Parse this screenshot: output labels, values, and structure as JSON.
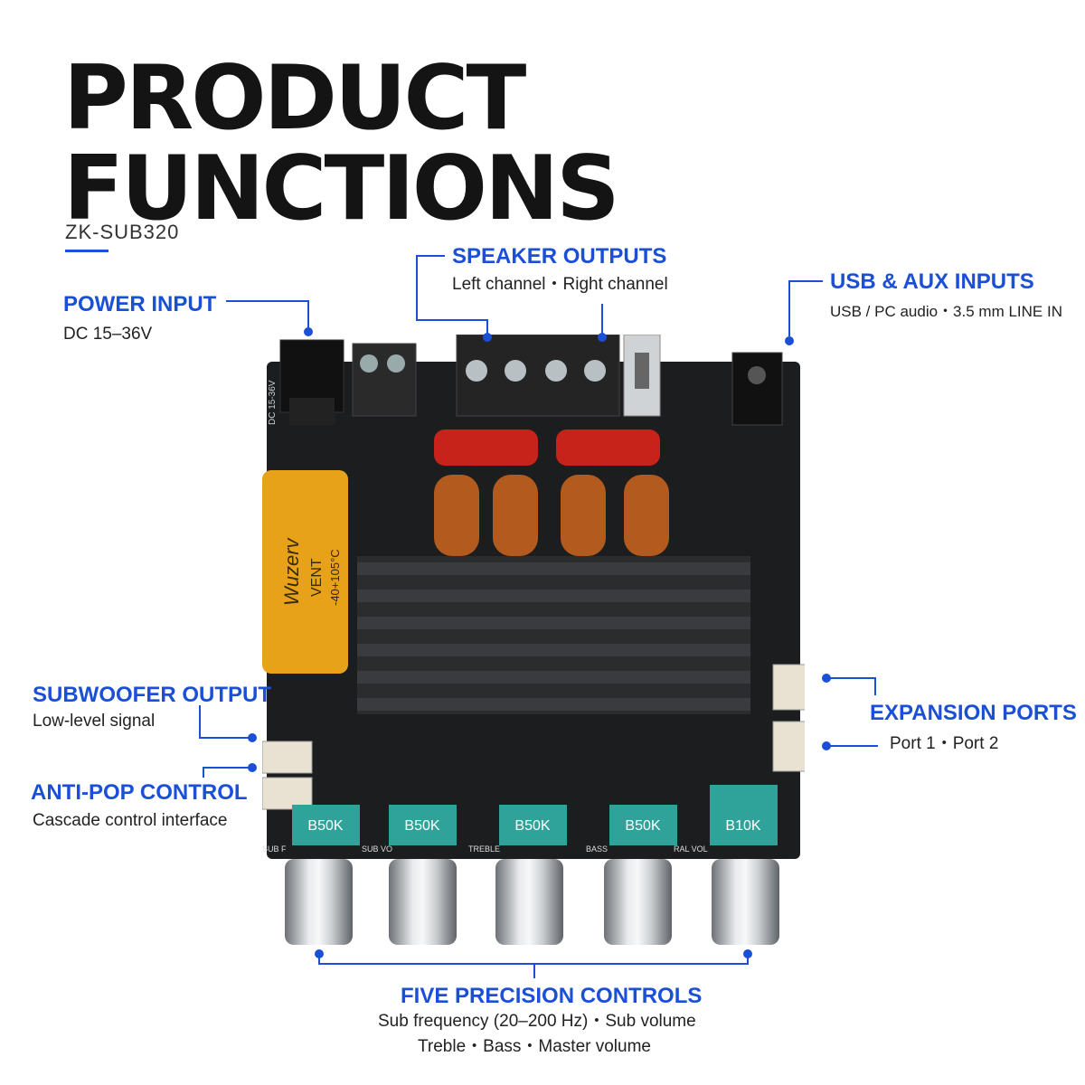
{
  "header": {
    "title_line1": "PRODUCT",
    "title_line2": "FUNCTIONS",
    "model": "ZK-SUB320"
  },
  "callouts": {
    "power_input": {
      "heading": "POWER INPUT",
      "sub": "DC 15–36V"
    },
    "speaker_outputs": {
      "heading": "SPEAKER OUTPUTS",
      "sub": "Left channel・Right channel"
    },
    "usb_aux_inputs": {
      "heading": "USB & AUX INPUTS",
      "sub": "USB / PC audio・3.5 mm LINE IN"
    },
    "subwoofer_output": {
      "heading": "SUBWOOFER OUTPUT",
      "sub": "Low-level signal"
    },
    "anti_pop_control": {
      "heading": "ANTI-POP CONTROL",
      "sub": "Cascade control interface"
    },
    "expansion_ports": {
      "heading": "EXPANSION PORTS",
      "sub": "Port 1・Port 2"
    },
    "five_controls": {
      "heading": "FIVE PRECISION CONTROLS",
      "sub_line1": "Sub frequency (20–200 Hz)・Sub volume",
      "sub_line2": "Treble・Bass・Master volume"
    }
  },
  "board": {
    "dc_label": "DC 15-36V",
    "capacitor_brand": "Wuzerv",
    "capacitor_text": "VENT",
    "capacitor_temp": "-40+105°C",
    "knob_values": [
      "B50K",
      "B50K",
      "B50K",
      "B50K",
      "B10K"
    ],
    "knob_labels": [
      "SUB F",
      "SUB VO",
      "TREBLE",
      "BASS",
      "RAL VOL"
    ]
  },
  "colors": {
    "accent": "#1a4fd6",
    "pcb": "#1c1d1f",
    "capacitor": "#e8a21a",
    "film_cap": "#c8231b",
    "coil": "#b35a1e",
    "pot": "#2fa39a"
  }
}
